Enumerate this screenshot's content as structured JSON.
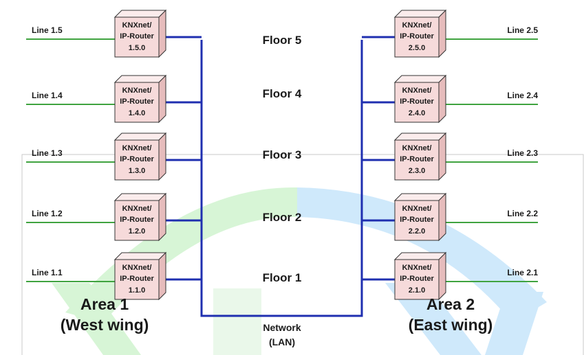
{
  "routers_left": [
    {
      "line": "Line 1.5",
      "name1": "KNXnet/",
      "name2": "IP-Router",
      "addr": "1.5.0"
    },
    {
      "line": "Line 1.4",
      "name1": "KNXnet/",
      "name2": "IP-Router",
      "addr": "1.4.0"
    },
    {
      "line": "Line 1.3",
      "name1": "KNXnet/",
      "name2": "IP-Router",
      "addr": "1.3.0"
    },
    {
      "line": "Line 1.2",
      "name1": "KNXnet/",
      "name2": "IP-Router",
      "addr": "1.2.0"
    },
    {
      "line": "Line 1.1",
      "name1": "KNXnet/",
      "name2": "IP-Router",
      "addr": "1.1.0"
    }
  ],
  "routers_right": [
    {
      "line": "Line 2.5",
      "name1": "KNXnet/",
      "name2": "IP-Router",
      "addr": "2.5.0"
    },
    {
      "line": "Line 2.4",
      "name1": "KNXnet/",
      "name2": "IP-Router",
      "addr": "2.4.0"
    },
    {
      "line": "Line 2.3",
      "name1": "KNXnet/",
      "name2": "IP-Router",
      "addr": "2.3.0"
    },
    {
      "line": "Line 2.2",
      "name1": "KNXnet/",
      "name2": "IP-Router",
      "addr": "2.2.0"
    },
    {
      "line": "Line 2.1",
      "name1": "KNXnet/",
      "name2": "IP-Router",
      "addr": "2.1.0"
    }
  ],
  "floors": [
    "Floor 5",
    "Floor 4",
    "Floor 3",
    "Floor 2",
    "Floor 1"
  ],
  "area1": {
    "line1": "Area 1",
    "line2": "(West wing)"
  },
  "area2": {
    "line1": "Area 2",
    "line2": "(East wing)"
  },
  "network": {
    "line1": "Network",
    "line2": "(LAN)"
  },
  "colors": {
    "backbone": "#1f2fb0",
    "line": "#3fa33f",
    "cube_front": "#f6dada",
    "cube_top": "#fbecec",
    "cube_side": "#e6bcbc",
    "cube_stroke": "#333333",
    "arc_green": "#d7f5d6",
    "arc_blue": "#cfe9fb"
  }
}
